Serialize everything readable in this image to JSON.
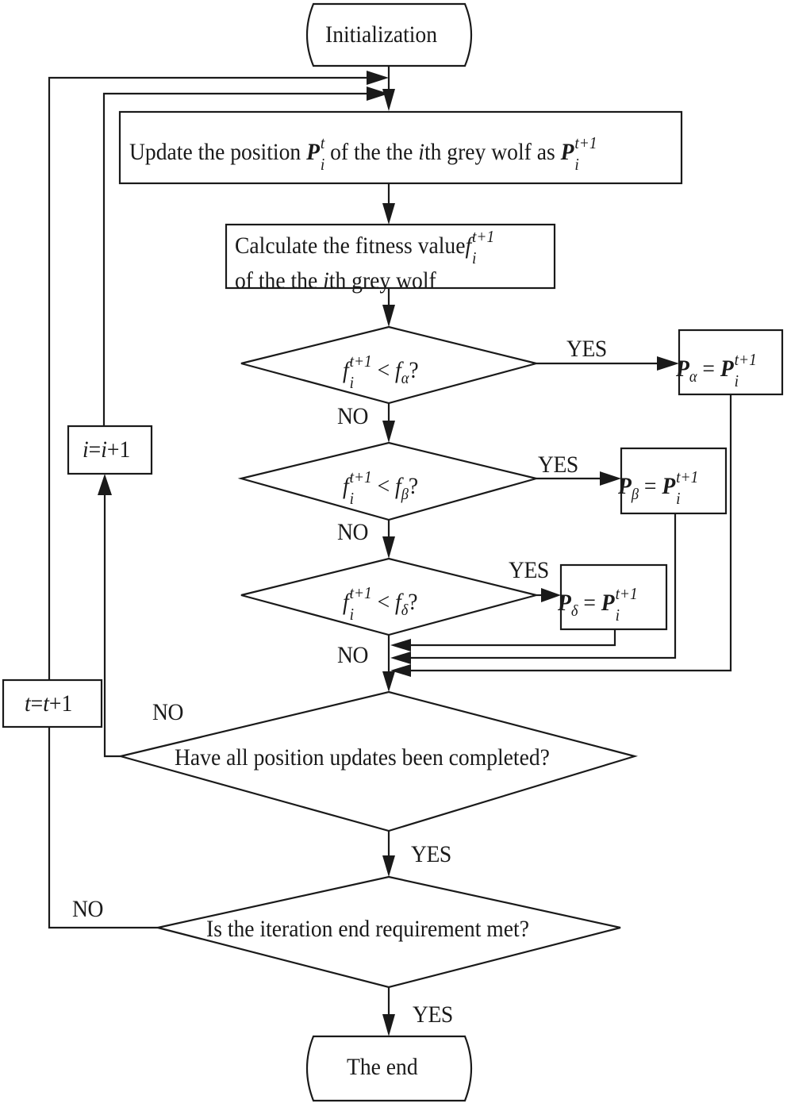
{
  "diagram": {
    "title": "Grey Wolf Optimizer position update flowchart",
    "nodes": {
      "start": {
        "label": "Initialization"
      },
      "update": {
        "label_prefix": "Update the position",
        "var": "P",
        "sub": "i",
        "sup": "t",
        "label_mid": "of the",
        "ith": "i",
        "label_suffix": "th grey wolf as",
        "var2": "P",
        "sub2": "i",
        "sup2": "t+1"
      },
      "fitness": {
        "line1": "Calculate the fitness value",
        "line2_prefix": "of the",
        "ith": "i",
        "line2_suffix": "th grey wolf",
        "var": "f",
        "sub": "i",
        "sup": "t+1"
      },
      "cond_alpha": {
        "lhs": "f",
        "lhs_sub": "i",
        "lhs_sup": "t+1",
        "op": "<",
        "rhs": "f",
        "rhs_sub": "α",
        "q": "?"
      },
      "cond_beta": {
        "lhs": "f",
        "lhs_sub": "i",
        "lhs_sup": "t+1",
        "op": "<",
        "rhs": "f",
        "rhs_sub": "β",
        "q": "?"
      },
      "cond_delta": {
        "lhs": "f",
        "lhs_sub": "i",
        "lhs_sup": "t+1",
        "op": "<",
        "rhs": "f",
        "rhs_sub": "δ",
        "q": "?"
      },
      "assign_alpha": {
        "lhs": "P",
        "lhs_sub": "α",
        "op": "=",
        "rhs": "P",
        "rhs_sub": "i",
        "rhs_sup": "t+1"
      },
      "assign_beta": {
        "lhs": "P",
        "lhs_sub": "β",
        "op": "=",
        "rhs": "P",
        "rhs_sub": "i",
        "rhs_sup": "t+1"
      },
      "assign_delta": {
        "lhs": "P",
        "lhs_sub": "δ",
        "op": "=",
        "rhs": "P",
        "rhs_sub": "i",
        "rhs_sup": "t+1"
      },
      "inc_i": {
        "a": "i",
        "eq": "=",
        "b": "i",
        "plus": "+1"
      },
      "inc_t": {
        "a": "t",
        "eq": "=",
        "b": "t",
        "plus": "+1"
      },
      "all_done": {
        "label": "Have all position updates been completed?"
      },
      "iter_end": {
        "label": "Is the iteration end requirement met?"
      },
      "end": {
        "label": "The end"
      }
    },
    "edge_labels": {
      "alpha_yes": "YES",
      "alpha_no": "NO",
      "beta_yes": "YES",
      "beta_no": "NO",
      "delta_yes": "YES",
      "delta_no": "NO",
      "all_done_no": "NO",
      "all_done_yes": "YES",
      "iter_no": "NO",
      "iter_yes": "YES"
    }
  }
}
